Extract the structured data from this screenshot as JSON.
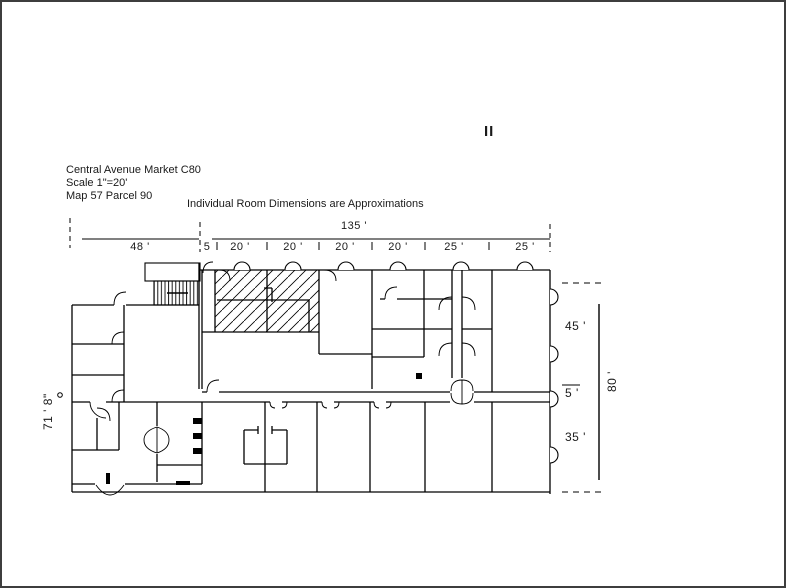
{
  "page": {
    "background": "#ffffff",
    "border_color": "#3e3e3e",
    "line_color": "#000000"
  },
  "title_block": {
    "line1": "Central Avenue Market C80",
    "line2": "Scale 1\"=20'",
    "line3": "Map 57 Parcel 90"
  },
  "note": "Individual Room Dimensions are Approximations",
  "section_mark": "II",
  "dimensions": {
    "top_left_width": "48 '",
    "top_total_width": "135 '",
    "top_segments": [
      "5",
      "20 '",
      "20 '",
      "20 '",
      "20 '",
      "25 '",
      "25 '"
    ],
    "right_upper": "45 '",
    "right_middle": "5 '",
    "right_lower": "35 '",
    "right_total": "80 '",
    "left_height": "71 ' 8\""
  }
}
